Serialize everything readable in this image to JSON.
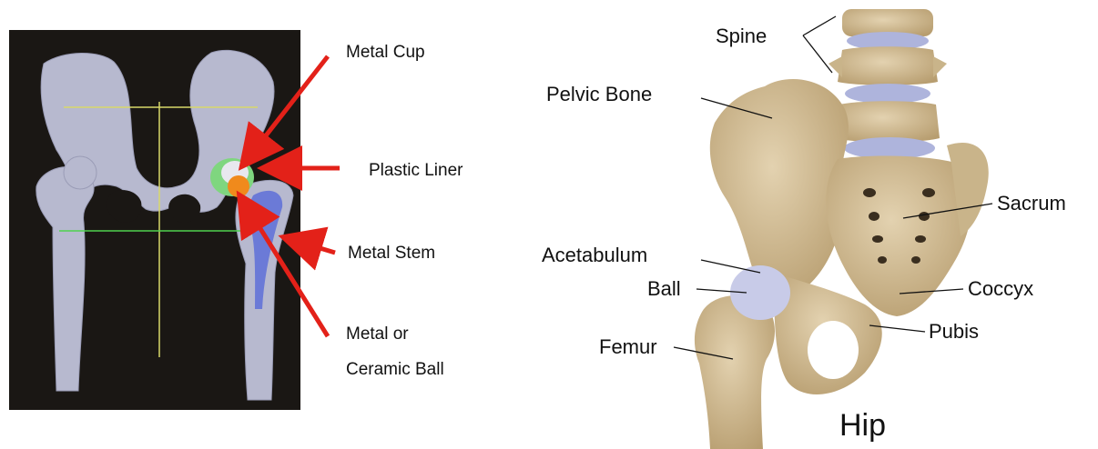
{
  "left_panel": {
    "labels": {
      "metal_cup": "Metal Cup",
      "plastic_liner": "Plastic Liner",
      "metal_stem": "Metal Stem",
      "metal_or_ceramic_ball_line1": "Metal or",
      "metal_or_ceramic_ball_line2": "Ceramic Ball"
    },
    "colors": {
      "background": "#1a1714",
      "bone": "#b7b9cf",
      "arrow": "#e32119",
      "yellow_guide": "#d8d86a",
      "green_guide": "#4fd24f",
      "liner": "#7fd67f",
      "ball": "#f08a1c",
      "stem": "#5e6fd8"
    }
  },
  "right_panel": {
    "labels": {
      "spine": "Spine",
      "pelvic_bone": "Pelvic Bone",
      "sacrum": "Sacrum",
      "acetabulum": "Acetabulum",
      "ball": "Ball",
      "coccyx": "Coccyx",
      "pubis": "Pubis",
      "femur": "Femur"
    },
    "title": "Hip",
    "colors": {
      "bone": "#d6c29c",
      "bone_shadow": "#b79d6f",
      "disc": "#aeb4dc",
      "cartilage": "#c8cbe8"
    }
  }
}
